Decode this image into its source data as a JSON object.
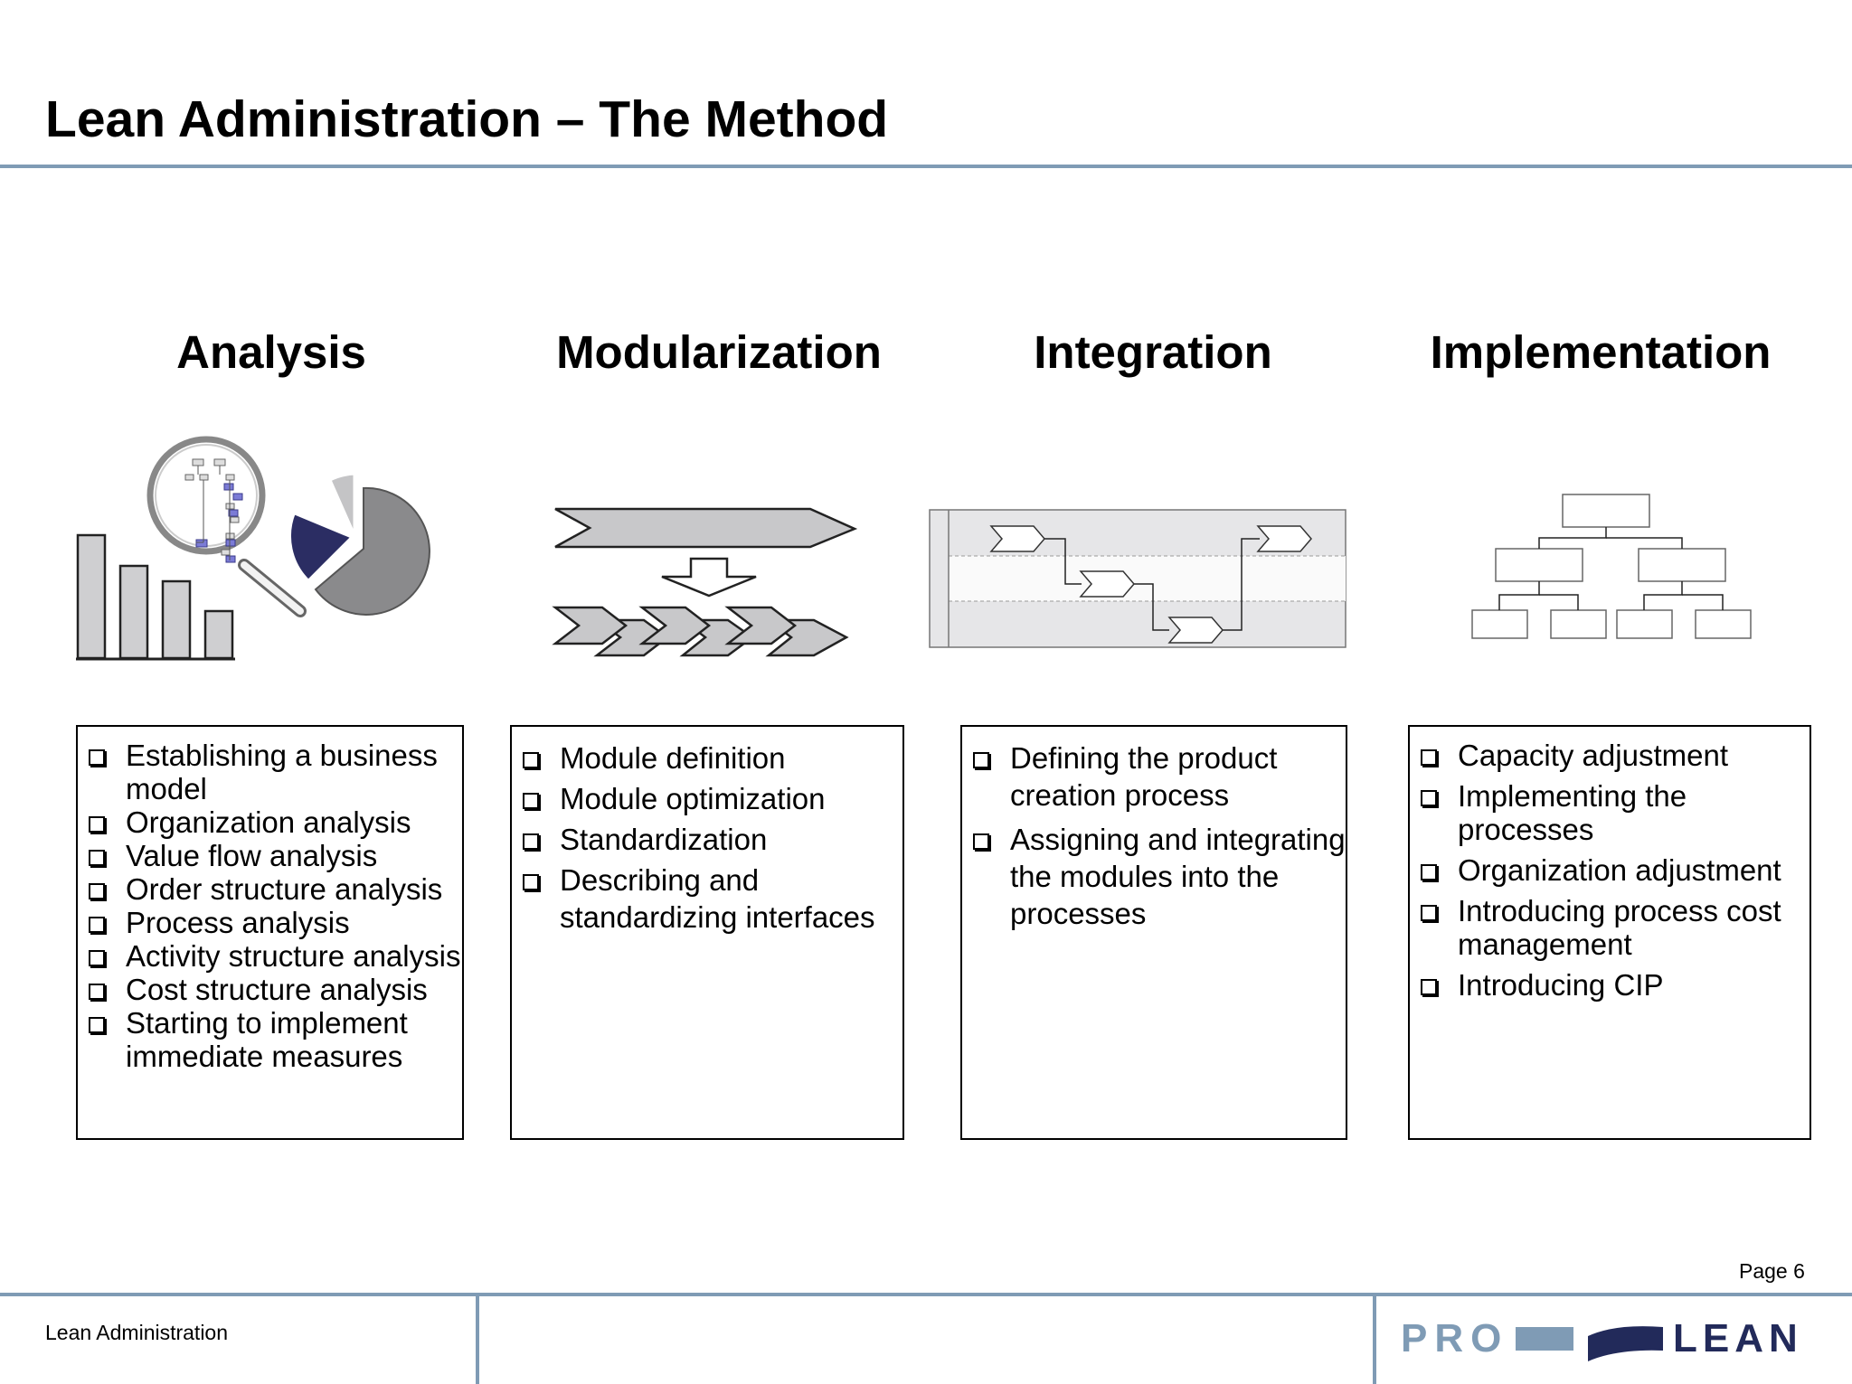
{
  "slide": {
    "title": "Lean Administration – The Method"
  },
  "columns": [
    {
      "heading": "Analysis",
      "items": [
        "Establishing a business model",
        "Organization analysis",
        "Value flow analysis",
        "Order structure analysis",
        "Process analysis",
        "Activity structure analysis",
        "Cost structure analysis",
        "Starting to implement immediate measures"
      ]
    },
    {
      "heading": "Modularization",
      "items": [
        "Module definition",
        "Module optimization",
        "Standardization",
        "Describing and standardizing interfaces"
      ]
    },
    {
      "heading": "Integration",
      "items": [
        "Defining the product creation process",
        "Assigning and integrating the modules into the processes"
      ]
    },
    {
      "heading": "Implementation",
      "items": [
        "Capacity adjustment",
        "Implementing the processes",
        "Organization adjustment",
        "Introducing process cost management",
        "Introducing CIP"
      ]
    }
  ],
  "footer": {
    "page": "Page 6",
    "left_text": "Lean Administration",
    "logo_pro": "PRO",
    "logo_lean": "LEAN"
  },
  "colors": {
    "rule": "#7f9bb5",
    "logo_dark": "#222a5a",
    "accent_navy": "#2b2d63"
  }
}
